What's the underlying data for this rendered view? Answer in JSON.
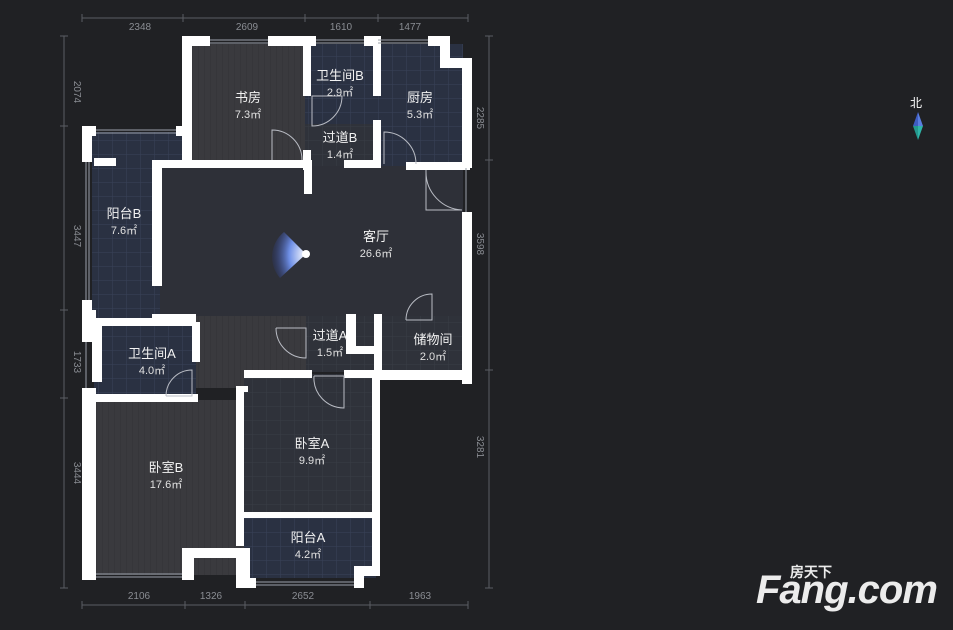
{
  "rooms": [
    {
      "name": "书房",
      "area": "7.3㎡"
    },
    {
      "name": "卫生间B",
      "area": "2.9㎡"
    },
    {
      "name": "厨房",
      "area": "5.3㎡"
    },
    {
      "name": "过道B",
      "area": "1.4㎡"
    },
    {
      "name": "阳台B",
      "area": "7.6㎡"
    },
    {
      "name": "客厅",
      "area": "26.6㎡"
    },
    {
      "name": "卫生间A",
      "area": "4.0㎡"
    },
    {
      "name": "过道A",
      "area": "1.5㎡"
    },
    {
      "name": "储物间",
      "area": "2.0㎡"
    },
    {
      "name": "卧室A",
      "area": "9.9㎡"
    },
    {
      "name": "卧室B",
      "area": "17.6㎡"
    },
    {
      "name": "阳台A",
      "area": "4.2㎡"
    }
  ],
  "dimensions": {
    "top": [
      "2348",
      "2609",
      "1610",
      "1477"
    ],
    "bottom": [
      "2106",
      "1326",
      "2652",
      "1963"
    ],
    "left": [
      "2074",
      "3447",
      "1733",
      "3444"
    ],
    "right": [
      "2285",
      "3598",
      "3281"
    ]
  },
  "compass": {
    "label": "北"
  },
  "watermark": {
    "brand": "Fang.com",
    "chinese": "房天下"
  },
  "colors": {
    "background": "#202124",
    "wall": "#ffffff",
    "room_fill": "#2d3038",
    "accent": "#4a78d8"
  }
}
